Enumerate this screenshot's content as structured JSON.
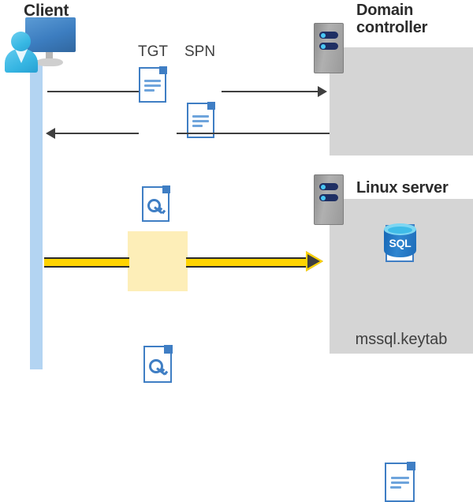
{
  "diagram": {
    "title": "Kerberos authentication flow between client, domain controller and Linux server",
    "client": {
      "label": "Client",
      "icon": "client-workstation-icon"
    },
    "domain_controller": {
      "label": "Domain controller",
      "server_icon": "server-rack-icon",
      "contents": [
        {
          "icon": "certificate-document-icon",
          "label": ""
        }
      ]
    },
    "linux_server": {
      "label": "Linux server",
      "server_icon": "server-rack-icon",
      "contents": [
        {
          "icon": "sql-database-icon",
          "label": "SQL"
        },
        {
          "icon": "keytab-document-icon",
          "label": "mssql.keytab"
        }
      ]
    },
    "flows": [
      {
        "id": "request",
        "direction": "right",
        "from": "client",
        "to": "domain-controller",
        "artifacts": [
          {
            "label": "TGT",
            "icon": "document-icon"
          },
          {
            "label": "SPN",
            "icon": "document-icon"
          }
        ],
        "highlighted": false
      },
      {
        "id": "response",
        "direction": "left",
        "from": "domain-controller",
        "to": "client",
        "artifacts": [
          {
            "label": "",
            "icon": "key-document-icon"
          }
        ],
        "highlighted": false
      },
      {
        "id": "service-ticket",
        "direction": "right",
        "from": "client",
        "to": "linux-server",
        "artifacts": [
          {
            "label": "",
            "icon": "key-document-icon"
          }
        ],
        "highlighted": true
      }
    ],
    "colors": {
      "panel_gray": "#d5d5d5",
      "lifeline_blue": "#b3d4f2",
      "highlight_yellow": "#fdeeb8",
      "arrow_yellow": "#ffd300",
      "arrow_dark": "#3f3f3f",
      "doc_blue": "#3f7ec4",
      "sql_blue": "#1e6cb9",
      "seal_gold": "#ffd21e",
      "seal_red": "#cf2a27",
      "heading_text": "#2b2b2b"
    }
  }
}
